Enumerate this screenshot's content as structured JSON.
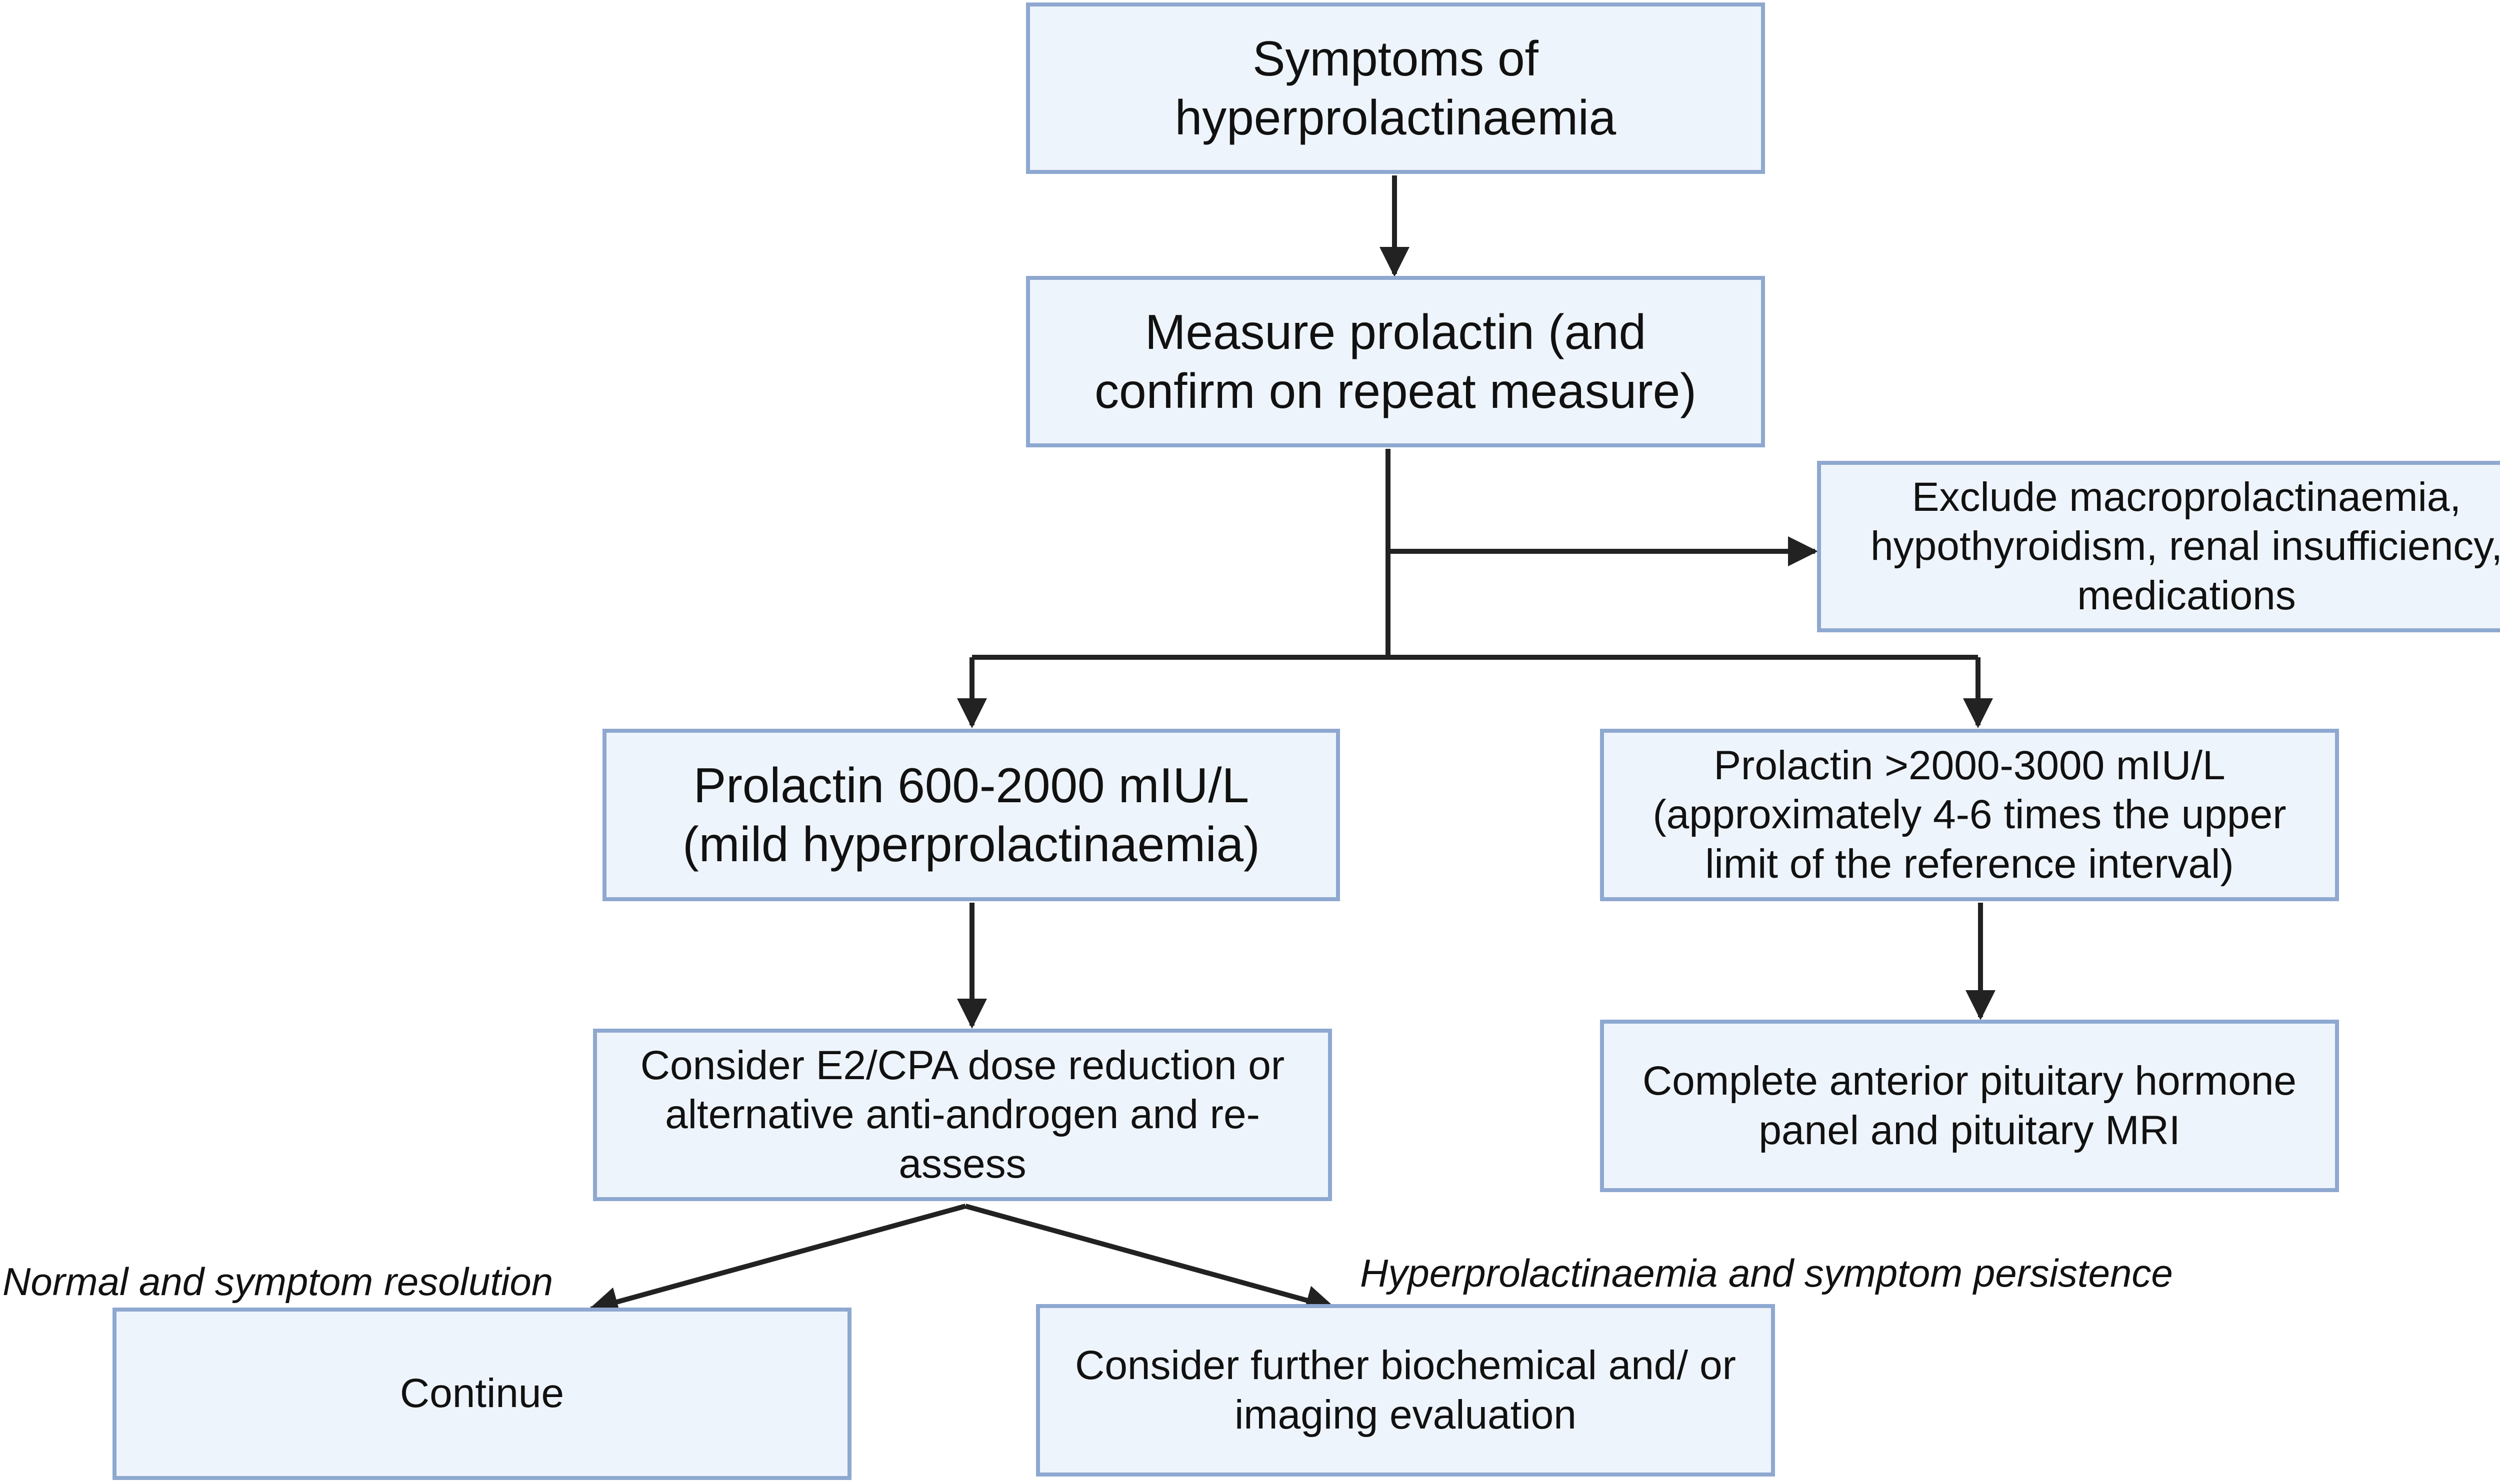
{
  "diagram": {
    "type": "flowchart",
    "colors": {
      "box_fill": "#eef4fb",
      "box_border": "#8ea8d0",
      "connector": "#222222",
      "text": "#111111"
    },
    "nodes": {
      "symptoms": "Symptoms of hyperprolactinaemia",
      "measure": "Measure prolactin (and confirm on repeat measure)",
      "exclude": "Exclude macroprolactinaemia, hypothyroidism, renal insufficiency, medications",
      "mild": "Prolactin 600-2000 mIU/L (mild hyperprolactinaemia)",
      "high": "Prolactin >2000-3000 mIU/L (approximately 4-6 times the upper limit of the reference interval)",
      "reduce": "Consider E2/CPA dose reduction or alternative anti-androgen and re-assess",
      "panel": "Complete anterior pituitary hormone panel and pituitary MRI",
      "continue": "Continue",
      "further": "Consider further biochemical and/ or imaging evaluation"
    },
    "edge_labels": {
      "normal": "Normal and symptom resolution",
      "persist": "Hyperprolactinaemia and symptom persistence"
    }
  }
}
